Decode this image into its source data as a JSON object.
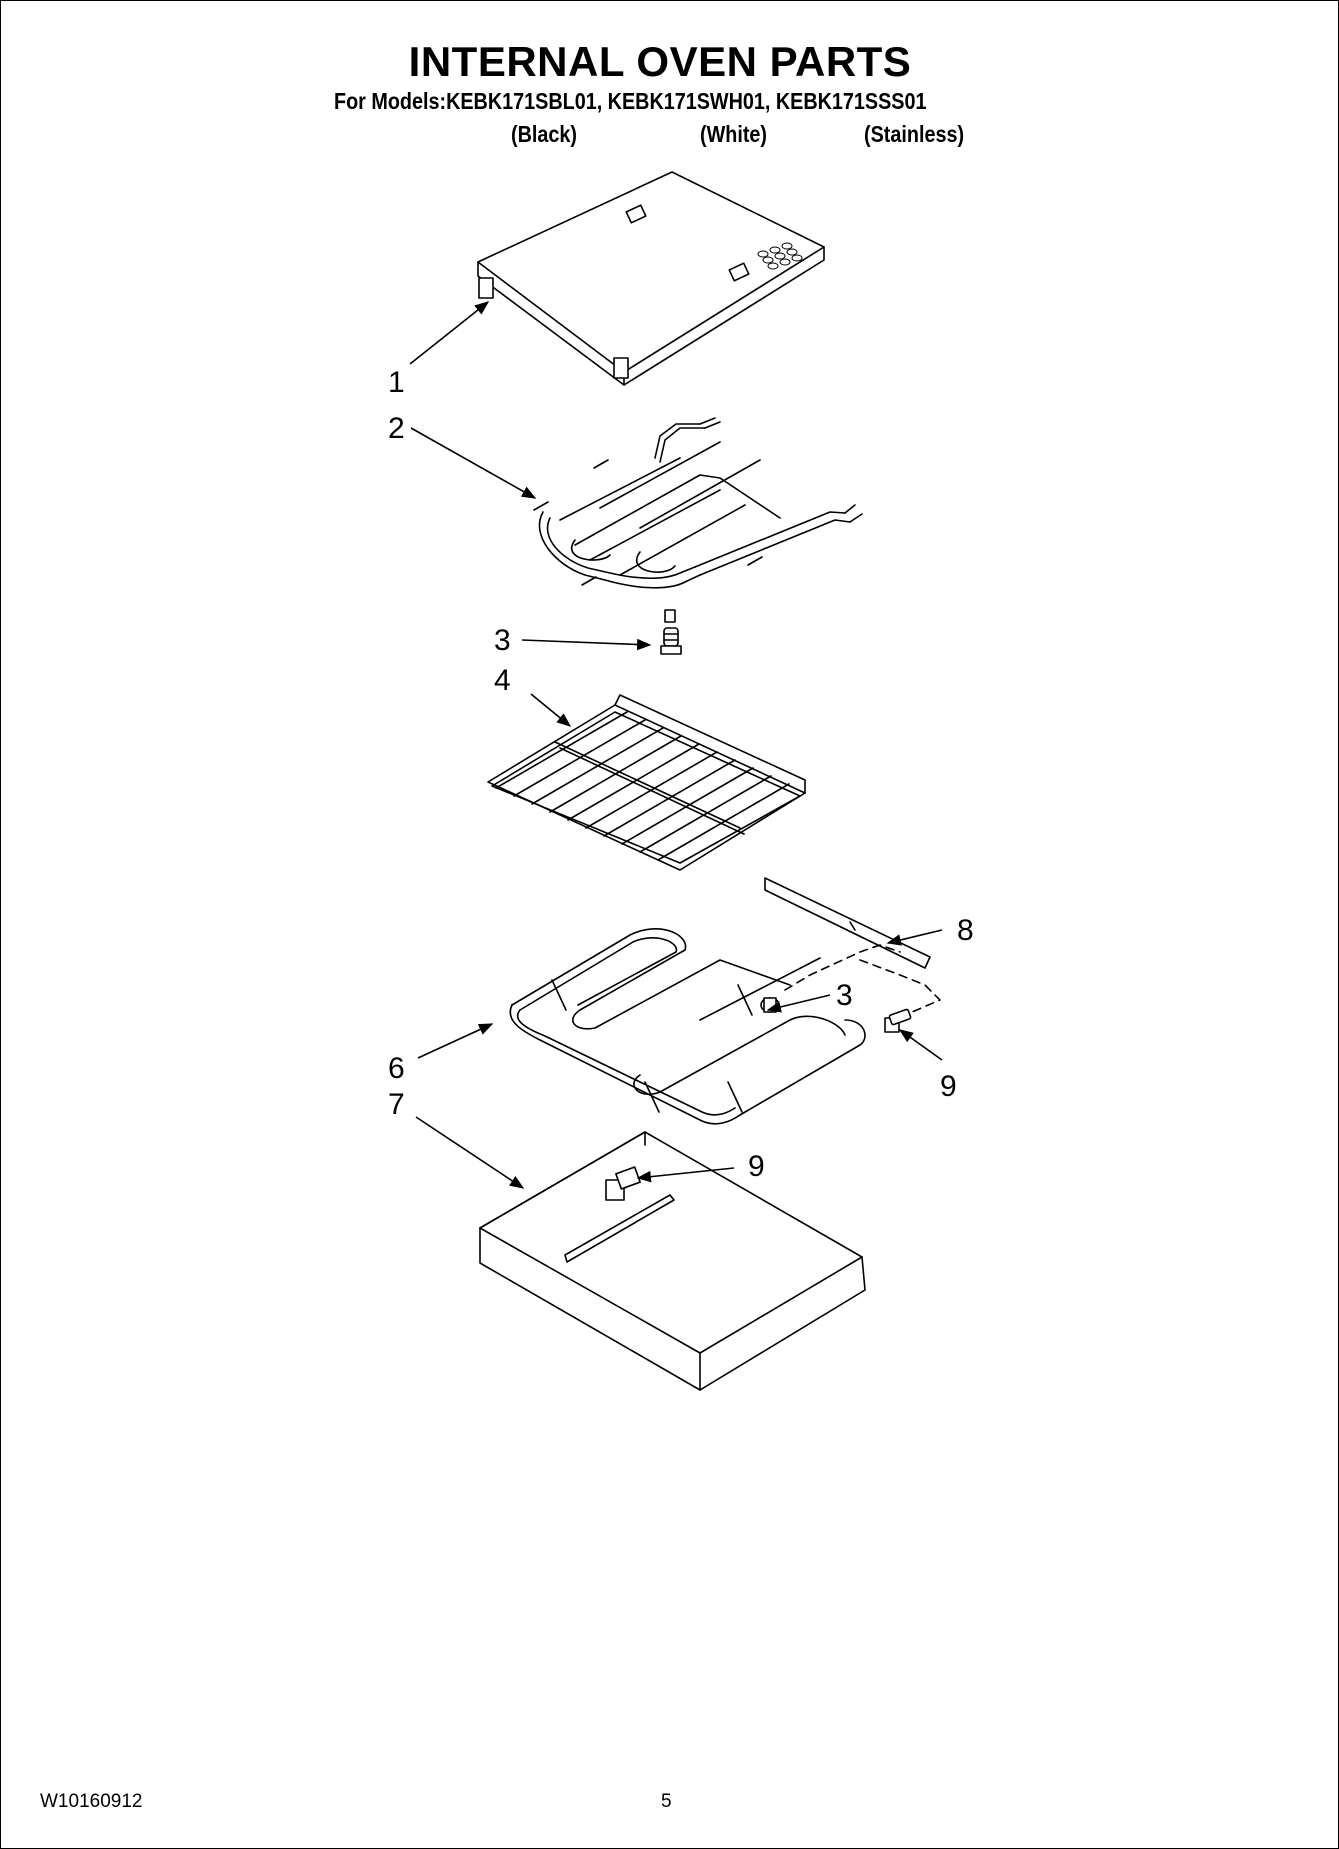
{
  "header": {
    "title": "INTERNAL OVEN PARTS",
    "models_line": "For Models:KEBK171SBL01, KEBK171SWH01, KEBK171SSS01",
    "variants": [
      "(Black)",
      "(White)",
      "(Stainless)"
    ]
  },
  "callouts": {
    "c1": "1",
    "c2": "2",
    "c3a": "3",
    "c4": "4",
    "c8": "8",
    "c3b": "3",
    "c6": "6",
    "c9a": "9",
    "c7": "7",
    "c9b": "9"
  },
  "footer": {
    "doc_number": "W10160912",
    "page_number": "5"
  }
}
